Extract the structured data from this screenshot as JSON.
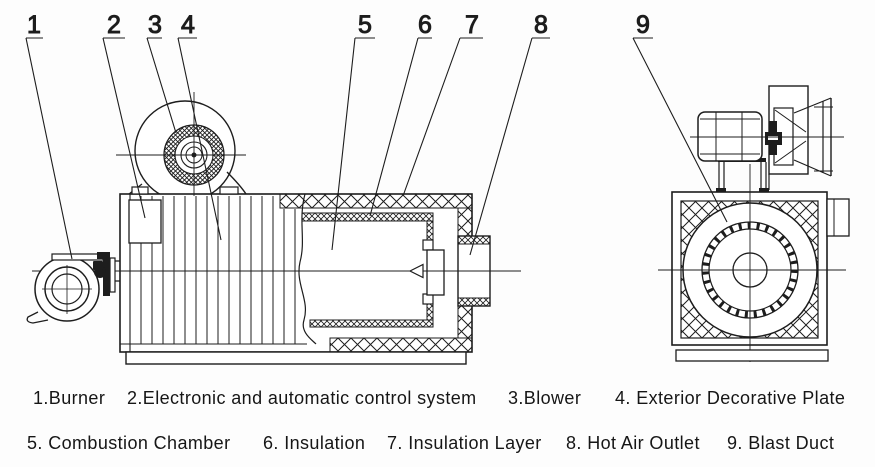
{
  "diagram": {
    "type": "technical-drawing",
    "subject": "hot air furnace sectional views",
    "colors": {
      "ink": "#1d1d1d",
      "background": "#fdfdfd"
    },
    "callouts": [
      {
        "number": "1"
      },
      {
        "number": "2"
      },
      {
        "number": "3"
      },
      {
        "number": "4"
      },
      {
        "number": "5"
      },
      {
        "number": "6"
      },
      {
        "number": "7"
      },
      {
        "number": "8"
      },
      {
        "number": "9"
      }
    ],
    "captions": {
      "line1": [
        "1.Burner",
        "2.Electronic and automatic control system",
        "3.Blower",
        "4. Exterior Decorative Plate"
      ],
      "line2": [
        "5. Combustion Chamber",
        "6. Insulation",
        "7. Insulation Layer",
        "8. Hot Air Outlet",
        "9. Blast Duct"
      ]
    }
  }
}
